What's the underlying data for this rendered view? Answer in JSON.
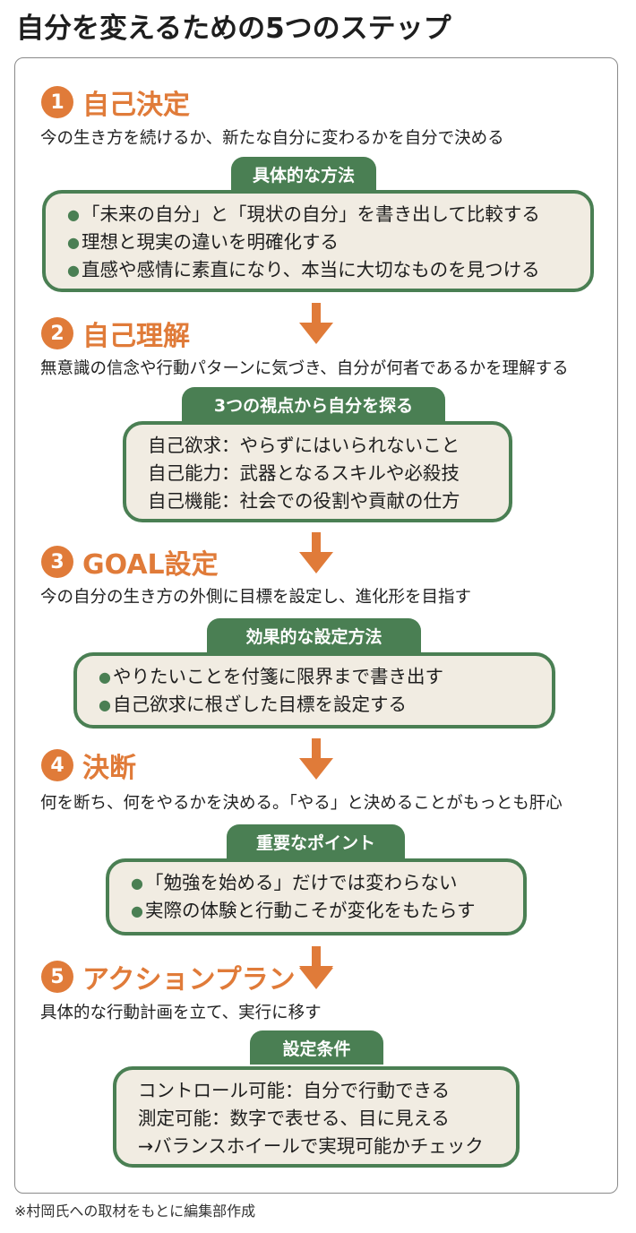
{
  "title": "自分を変えるための5つのステップ",
  "footer": "※村岡氏への取材をもとに編集部作成",
  "colors": {
    "accent": "#e07b39",
    "green": "#4a7f53",
    "cream": "#f1ece2"
  },
  "steps": [
    {
      "num": "1",
      "heading": "自己決定",
      "desc": "今の生き方を続けるか、新たな自分に変わるかを自分で決める",
      "badge": "具体的な方法",
      "bulleted": true,
      "items": [
        "「未来の自分」と「現状の自分」を書き出して比較する",
        "理想と現実の違いを明確化する",
        "直感や感情に素直になり、本当に大切なものを見つける"
      ]
    },
    {
      "num": "2",
      "heading": "自己理解",
      "desc": "無意識の信念や行動パターンに気づき、自分が何者であるかを理解する",
      "badge": "3つの視点から自分を探る",
      "bulleted": false,
      "items": [
        "自己欲求：やらずにはいられないこと",
        "自己能力：武器となるスキルや必殺技",
        "自己機能：社会での役割や貢献の仕方"
      ]
    },
    {
      "num": "3",
      "heading": "GOAL設定",
      "desc": "今の自分の生き方の外側に目標を設定し、進化形を目指す",
      "badge": "効果的な設定方法",
      "bulleted": true,
      "items": [
        "やりたいことを付箋に限界まで書き出す",
        "自己欲求に根ざした目標を設定する"
      ]
    },
    {
      "num": "4",
      "heading": "決断",
      "desc": "何を断ち、何をやるかを決める。「やる」と決めることがもっとも肝心",
      "badge": "重要なポイント",
      "bulleted": true,
      "items": [
        "「勉強を始める」だけでは変わらない",
        "実際の体験と行動こそが変化をもたらす"
      ]
    },
    {
      "num": "5",
      "heading": "アクションプラン",
      "desc": "具体的な行動計画を立て、実行に移す",
      "badge": "設定条件",
      "bulleted": false,
      "items": [
        "コントロール可能：自分で行動できる",
        "測定可能：数字で表せる、目に見える",
        "→バランスホイールで実現可能かチェック"
      ]
    }
  ]
}
